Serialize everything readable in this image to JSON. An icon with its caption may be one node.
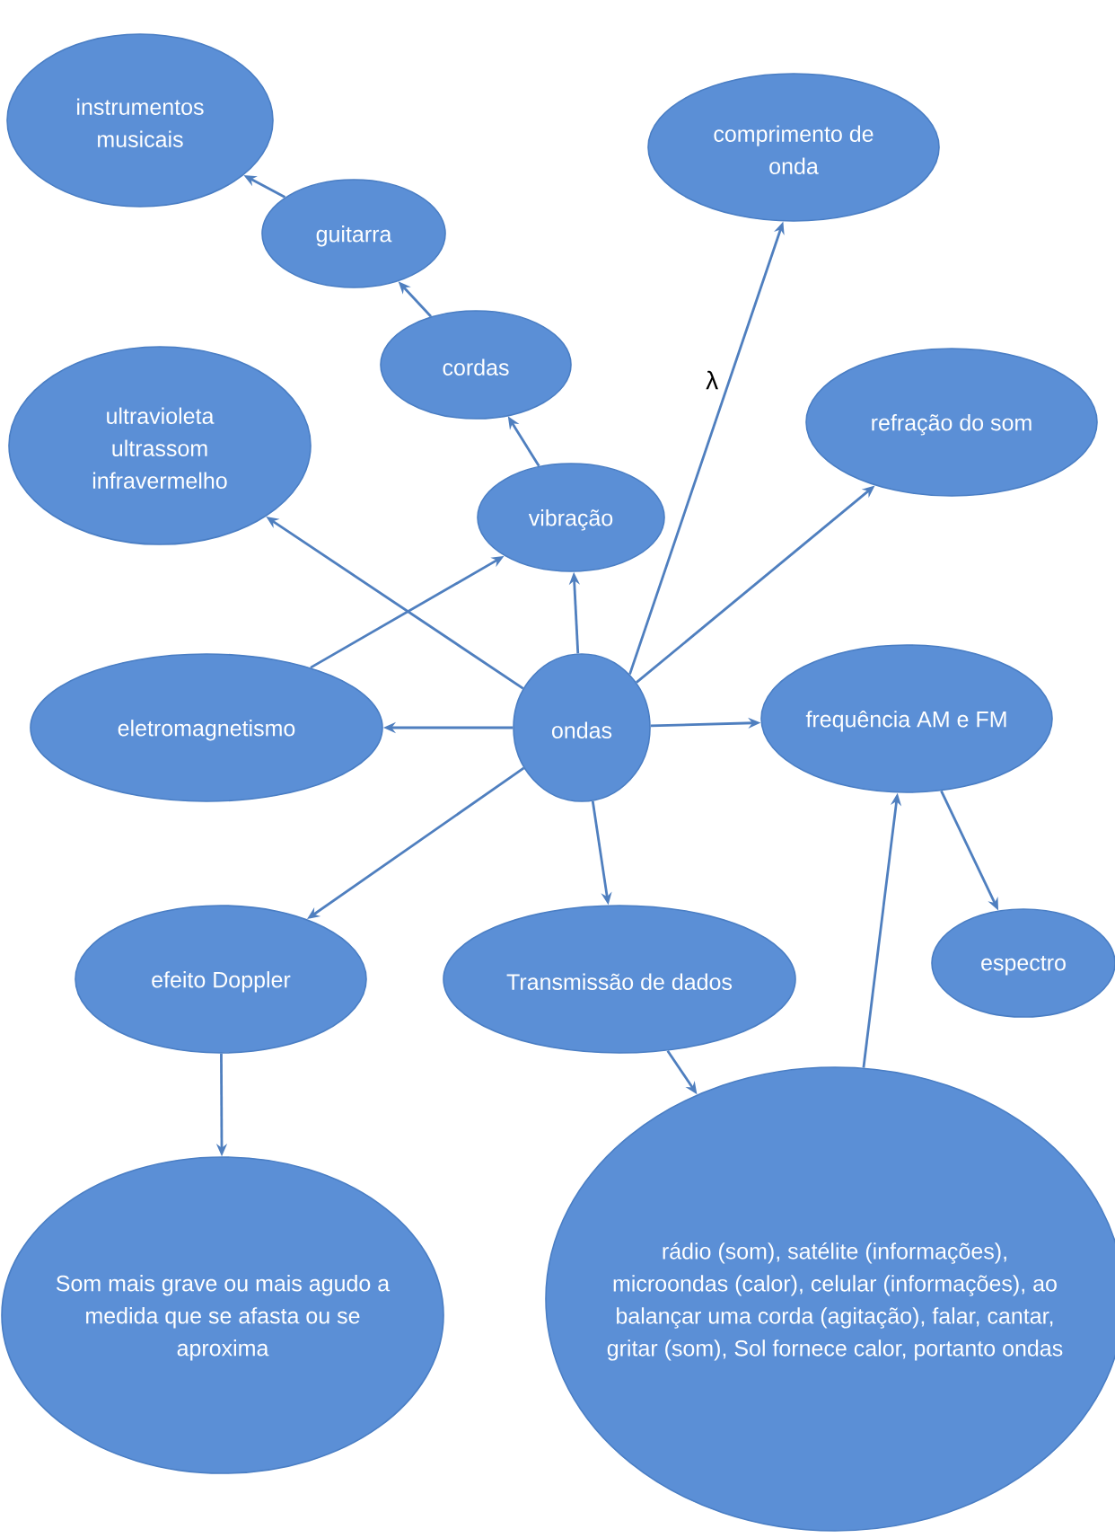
{
  "diagram": {
    "nodes": [
      {
        "text": [
          "instrumentos musicais"
        ]
      },
      {
        "text": [
          "guitarra"
        ]
      },
      {
        "text": [
          "cordas"
        ]
      },
      {
        "text": [
          "comprimento de onda"
        ]
      },
      {
        "text": [
          "ultravioleta ultrassom infravermelho"
        ]
      },
      {
        "text": [
          "refração do som"
        ]
      },
      {
        "text": [
          "vibração"
        ]
      },
      {
        "text": [
          "ondas"
        ]
      },
      {
        "text": [
          "eletromagnetismo"
        ]
      },
      {
        "text": [
          "frequência AM e FM"
        ]
      },
      {
        "text": [
          "efeito Doppler"
        ]
      },
      {
        "text": [
          "Transmissão de dados"
        ]
      },
      {
        "text": [
          "espectro"
        ]
      },
      {
        "text": [
          "Som mais grave ou mais agudo a medida que se afasta ou se aproxima"
        ]
      },
      {
        "text": [
          "rádio (som), satélite (informações), microondas (calor), celular (informações), ao balançar uma corda (agitação), falar, cantar, gritar (som), Sol fornece calor, portanto ondas"
        ]
      }
    ],
    "edges": [
      {
        "from": 7,
        "to": 6,
        "arrow": "to"
      },
      {
        "from": 6,
        "to": 2,
        "arrow": "to"
      },
      {
        "from": 2,
        "to": 1,
        "arrow": "to"
      },
      {
        "from": 1,
        "to": 0,
        "arrow": "to"
      },
      {
        "from": 7,
        "to": 3,
        "arrow": "to",
        "label": "λ"
      },
      {
        "from": 7,
        "to": 5,
        "arrow": "to"
      },
      {
        "from": 7,
        "to": 4,
        "arrow": "to"
      },
      {
        "from": 8,
        "to": 6,
        "arrow": "to"
      },
      {
        "from": 7,
        "to": 8,
        "arrow": "to"
      },
      {
        "from": 7,
        "to": 9,
        "arrow": "to"
      },
      {
        "from": 7,
        "to": 10,
        "arrow": "to"
      },
      {
        "from": 7,
        "to": 11,
        "arrow": "to"
      },
      {
        "from": 9,
        "to": 12,
        "arrow": "to"
      },
      {
        "from": 10,
        "to": 13,
        "arrow": "to"
      },
      {
        "from": 11,
        "to": 14,
        "arrow": "to"
      },
      {
        "from": 14,
        "to": 9,
        "arrow": "to"
      }
    ]
  }
}
